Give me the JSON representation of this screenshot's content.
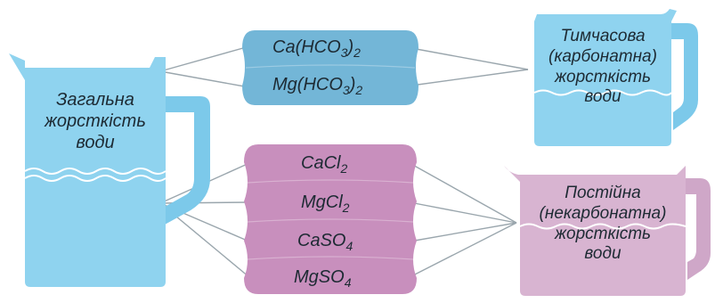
{
  "colors": {
    "blue": "#8fd3ef",
    "blue_dark": "#5fb6d8",
    "blue_box": "#73b6d7",
    "purple_box": "#c88fbd",
    "pink_jug": "#d8b4d1",
    "line": "#9aa6ad"
  },
  "labels": {
    "total_line1": "Загальна",
    "total_line2": "жорсткість",
    "total_line3": "води",
    "temporary_line1": "Тимчасова",
    "temporary_line2": "(карбонатна)",
    "temporary_line3": "жорсткість",
    "temporary_line4": "води",
    "permanent_line1": "Постійна",
    "permanent_line2": "(некарбонатна)",
    "permanent_line3": "жорсткість",
    "permanent_line4": "води"
  },
  "salts_temporary": [
    {
      "base": "Ca(HCO",
      "sub1": "3",
      "mid": ")",
      "sub2": "2"
    },
    {
      "base": "Mg(HCO",
      "sub1": "3",
      "mid": ")",
      "sub2": "2"
    }
  ],
  "salts_permanent": [
    {
      "base": "CaCl",
      "sub1": "2"
    },
    {
      "base": "MgCl",
      "sub1": "2"
    },
    {
      "base": "CaSO",
      "sub1": "4"
    },
    {
      "base": "MgSO",
      "sub1": "4"
    }
  ]
}
